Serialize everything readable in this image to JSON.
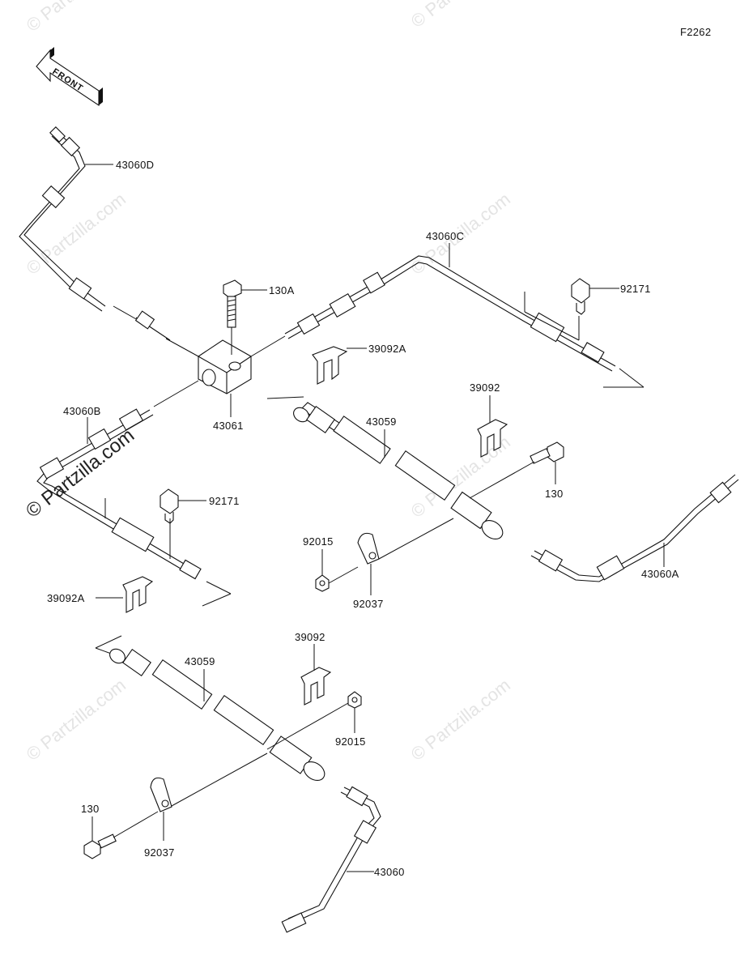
{
  "figure_code": "F2262",
  "front_label": "FRONT",
  "watermark": "© Partzilla.com",
  "watermark_main": "© Partzilla.com",
  "labels": {
    "p43060D": "43060D",
    "p43060C": "43060C",
    "p130A": "130A",
    "p92171_top": "92171",
    "p39092A_top": "39092A",
    "p43061": "43061",
    "p43060B": "43060B",
    "p39092_top": "39092",
    "p43059_top": "43059",
    "p92171_left": "92171",
    "p130_right": "130",
    "p92015_top": "92015",
    "p92037_top": "92037",
    "p43060A": "43060A",
    "p39092A_left": "39092A",
    "p39092_bottom": "39092",
    "p43059_bottom": "43059",
    "p92015_bottom": "92015",
    "p130_bottom": "130",
    "p92037_bottom": "92037",
    "p43060": "43060"
  }
}
